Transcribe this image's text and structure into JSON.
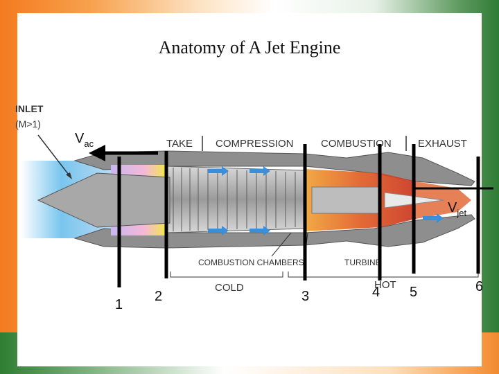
{
  "slide": {
    "title": "Anatomy of A Jet Engine"
  },
  "diagram": {
    "inlet": {
      "line1": "INLET",
      "line2": "(M>1)"
    },
    "sections": [
      "TAKE",
      "COMPRESSION",
      "COMBUSTION",
      "EXHAUST"
    ],
    "lower_labels": {
      "chambers": "COMBUSTION CHAMBERS",
      "turbine": "TURBINE",
      "cold": "COLD",
      "hot": "HOT"
    },
    "velocity_in": {
      "base": "V",
      "sub": "ac"
    },
    "velocity_out": {
      "base": "V",
      "sub": "jet"
    },
    "stations": [
      "1",
      "2",
      "3",
      "4",
      "5",
      "6"
    ]
  },
  "colors": {
    "inlet_blue": "#79c5ee",
    "hot_red": "#d9461c",
    "nacelle": "#8e8e8e",
    "cold_yellow": "#f4e84a"
  }
}
